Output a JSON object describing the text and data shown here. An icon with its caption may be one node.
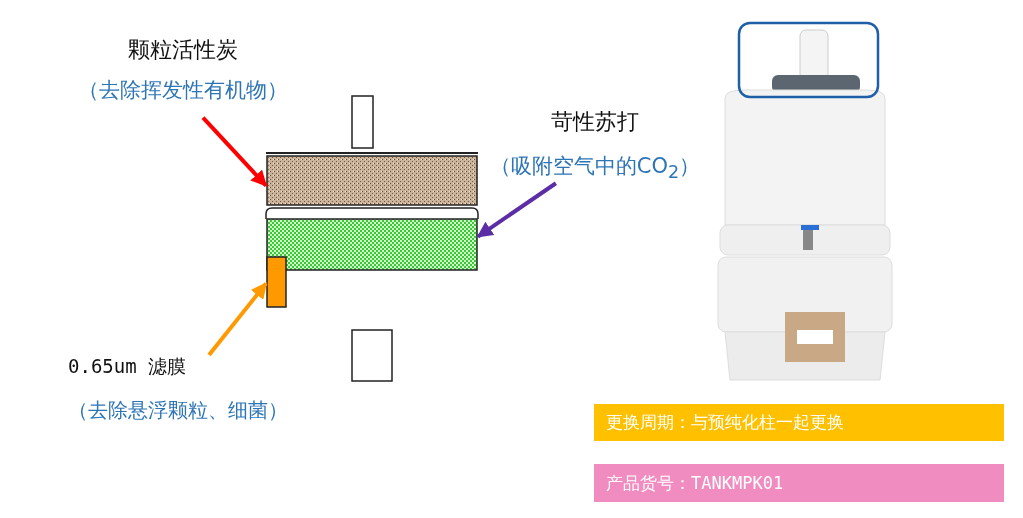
{
  "diagram": {
    "nodes": [
      {
        "text": [
          "颗粒活性炭",
          "（去除挥发性有机物）"
        ]
      },
      {
        "text": [],
        "shape": "box"
      },
      {
        "text": [
          "苛性苏打",
          "（吸附空气中的CO$_{2}$）"
        ]
      },
      {
        "text": [],
        "shape": "box"
      },
      {
        "text": [
          "0.65um 滤膜",
          "（去除悬浮颗粒、细菌）"
        ]
      },
      {
        "text": [],
        "shape": "bar"
      },
      {
        "text": [],
        "shape": "picture"
      },
      {
        "text": [
          "更换周期：与预纯化柱一起更换"
        ]
      },
      {
        "text": [
          "产品货号：TANKMPK01"
        ]
      }
    ],
    "edges": [
      {
        "from": 0,
        "to": 1,
        "arrow": "to",
        "color": "#ff0000"
      },
      {
        "from": 2,
        "to": 3,
        "arrow": "to",
        "color": "#5b2ea6"
      },
      {
        "from": 4,
        "to": 5,
        "arrow": "to",
        "color": "#ff9900"
      }
    ]
  }
}
